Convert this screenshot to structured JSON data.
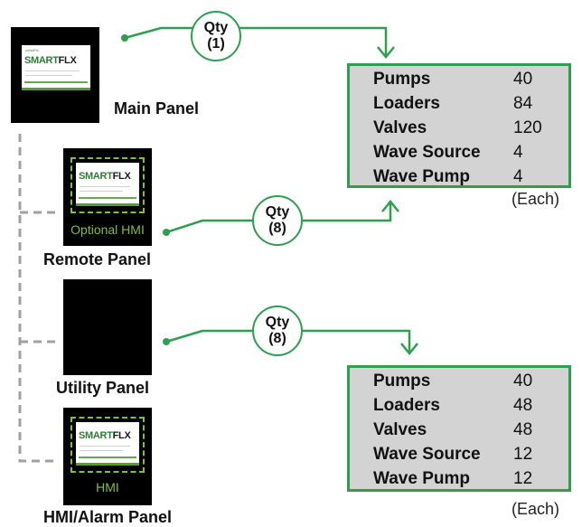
{
  "colors": {
    "accent_green": "#2e9e4f",
    "hmi_green": "#7fbf3f",
    "dash_gray": "#a0a0a0",
    "box_fill": "#d3d3d3"
  },
  "icons": {
    "arrow": "arrow-down-icon",
    "arrow_up": "arrow-up-icon"
  },
  "panels": {
    "main": {
      "label": "Main Panel",
      "screen_brand_mini": "cnNdFlx",
      "logo_a": "SMART",
      "logo_b": "FLX"
    },
    "remote": {
      "label": "Remote Panel",
      "screen_caption": "Optional HMI",
      "logo_a": "SMART",
      "logo_b": "FLX"
    },
    "utility": {
      "label": "Utility Panel"
    },
    "hmi": {
      "label": "HMI/Alarm Panel",
      "screen_caption": "HMI",
      "logo_a": "SMART",
      "logo_b": "FLX"
    }
  },
  "quantities": [
    {
      "word": "Qty",
      "value": "(1)"
    },
    {
      "word": "Qty",
      "value": "(8)"
    },
    {
      "word": "Qty",
      "value": "(8)"
    }
  ],
  "spec_boxes": [
    {
      "rows": [
        {
          "name": "Pumps",
          "value": "40"
        },
        {
          "name": "Loaders",
          "value": "84"
        },
        {
          "name": "Valves",
          "value": "120"
        },
        {
          "name": "Wave Source",
          "value": "4"
        },
        {
          "name": "Wave Pump",
          "value": "4"
        }
      ],
      "note": "(Each)"
    },
    {
      "rows": [
        {
          "name": "Pumps",
          "value": "40"
        },
        {
          "name": "Loaders",
          "value": "48"
        },
        {
          "name": "Valves",
          "value": "48"
        },
        {
          "name": "Wave Source",
          "value": "12"
        },
        {
          "name": "Wave Pump",
          "value": "12"
        }
      ],
      "note": "(Each)"
    }
  ]
}
